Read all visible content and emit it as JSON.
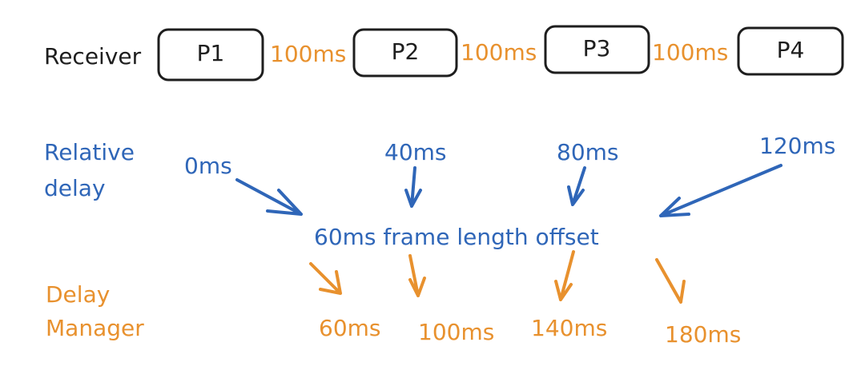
{
  "receiver": {
    "label": "Receiver",
    "packets": [
      "P1",
      "P2",
      "P3",
      "P4"
    ],
    "intervals": [
      "100ms",
      "100ms",
      "100ms"
    ]
  },
  "relative_delay": {
    "label_line1": "Relative",
    "label_line2": "delay",
    "values": [
      "0ms",
      "40ms",
      "80ms",
      "120ms"
    ]
  },
  "offset_label": "60ms frame length offset",
  "delay_manager": {
    "label_line1": "Delay",
    "label_line2": "Manager",
    "values": [
      "60ms",
      "100ms",
      "140ms",
      "180ms"
    ]
  },
  "colors": {
    "text": "#1e1e1e",
    "blue": "#2f66b8",
    "orange": "#e8912e"
  }
}
